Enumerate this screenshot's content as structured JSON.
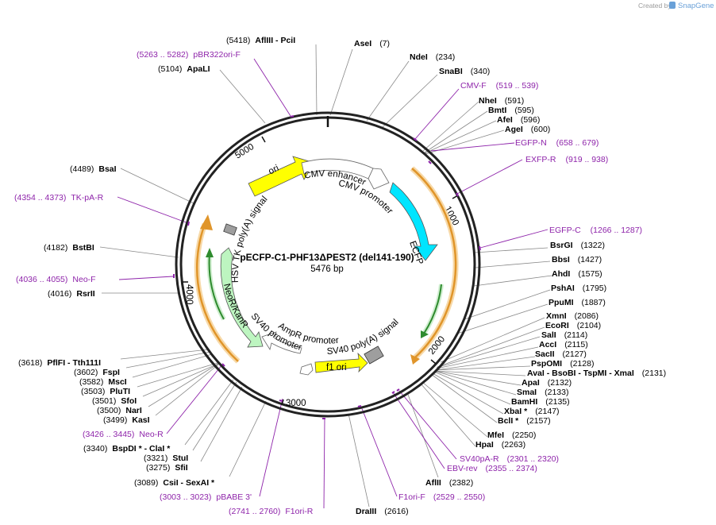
{
  "credit": {
    "prefix": "Created by",
    "brand": "SnapGene"
  },
  "plasmid": {
    "name": "pECFP-C1-PHF13ΔPEST2 (del141-190)",
    "size": "5476 bp"
  },
  "ticks": [
    "1000",
    "2000",
    "3000",
    "4000",
    "5000"
  ],
  "features": {
    "cmv_enhancer": "CMV enhancer",
    "cmv_promoter": "CMV promoter",
    "ecfp": "ECFP",
    "sv40_polya": "SV40 poly(A) signal",
    "f1_ori": "f1 ori",
    "ampr_promoter": "AmpR promoter",
    "sv40_promoter": "SV40 promoter",
    "neor": "NeoR/KanR",
    "hsv_tk": "HSV TK poly(A) signal",
    "ori": "ori"
  },
  "sites": [
    {
      "name": "AflIII  - PciI",
      "pos": "(5418)"
    },
    {
      "name": "AseI",
      "pos": "(7)"
    },
    {
      "name": "NdeI",
      "pos": "(234)"
    },
    {
      "name": "SnaBI",
      "pos": "(340)"
    },
    {
      "name": "NheI",
      "pos": "(591)"
    },
    {
      "name": "BmtI",
      "pos": "(595)"
    },
    {
      "name": "AfeI",
      "pos": "(596)"
    },
    {
      "name": "AgeI",
      "pos": "(600)"
    },
    {
      "name": "BsrGI",
      "pos": "(1322)"
    },
    {
      "name": "BbsI",
      "pos": "(1427)"
    },
    {
      "name": "AhdI",
      "pos": "(1575)"
    },
    {
      "name": "PshAI",
      "pos": "(1795)"
    },
    {
      "name": "PpuMI",
      "pos": "(1887)"
    },
    {
      "name": "XmnI",
      "pos": "(2086)"
    },
    {
      "name": "EcoRI",
      "pos": "(2104)"
    },
    {
      "name": "SalI",
      "pos": "(2114)"
    },
    {
      "name": "AccI",
      "pos": "(2115)"
    },
    {
      "name": "SacII",
      "pos": "(2127)"
    },
    {
      "name": "PspOMI",
      "pos": "(2128)"
    },
    {
      "name": "AvaI  - BsoBI  - TspMI  - XmaI",
      "pos": "(2131)"
    },
    {
      "name": "ApaI",
      "pos": "(2132)"
    },
    {
      "name": "SmaI",
      "pos": "(2133)"
    },
    {
      "name": "BamHI",
      "pos": "(2135)"
    },
    {
      "name": "XbaI *",
      "pos": "(2147)"
    },
    {
      "name": "BclI *",
      "pos": "(2157)"
    },
    {
      "name": "MfeI",
      "pos": "(2250)"
    },
    {
      "name": "HpaI",
      "pos": "(2263)"
    },
    {
      "name": "AflII",
      "pos": "(2382)"
    },
    {
      "name": "DraIII",
      "pos": "(2616)"
    },
    {
      "name": "CsiI  - SexAI *",
      "pos": "(3089)"
    },
    {
      "name": "SfiI",
      "pos": "(3275)"
    },
    {
      "name": "StuI",
      "pos": "(3321)"
    },
    {
      "name": "BspDI *  - ClaI *",
      "pos": "(3340)"
    },
    {
      "name": "KasI",
      "pos": "(3499)"
    },
    {
      "name": "NarI",
      "pos": "(3500)"
    },
    {
      "name": "SfoI",
      "pos": "(3501)"
    },
    {
      "name": "PluTI",
      "pos": "(3503)"
    },
    {
      "name": "MscI",
      "pos": "(3582)"
    },
    {
      "name": "FspI",
      "pos": "(3602)"
    },
    {
      "name": "PflFI  - Tth111I",
      "pos": "(3618)"
    },
    {
      "name": "RsrII",
      "pos": "(4016)"
    },
    {
      "name": "BstBI",
      "pos": "(4182)"
    },
    {
      "name": "BsaI",
      "pos": "(4489)"
    },
    {
      "name": "ApaLI",
      "pos": "(5104)"
    }
  ],
  "primers": [
    {
      "name": "pBR322ori-F",
      "range": "(5263 .. 5282)"
    },
    {
      "name": "CMV-F",
      "range": "(519 .. 539)"
    },
    {
      "name": "EGFP-N",
      "range": "(658 .. 679)"
    },
    {
      "name": "EXFP-R",
      "range": "(919 .. 938)"
    },
    {
      "name": "EGFP-C",
      "range": "(1266 .. 1287)"
    },
    {
      "name": "SV40pA-R",
      "range": "(2301 .. 2320)"
    },
    {
      "name": "EBV-rev",
      "range": "(2355 .. 2374)"
    },
    {
      "name": "F1ori-F",
      "range": "(2529 .. 2550)"
    },
    {
      "name": "F1ori-R",
      "range": "(2741 .. 2760)"
    },
    {
      "name": "pBABE 3'",
      "range": "(3003 .. 3023)"
    },
    {
      "name": "Neo-R",
      "range": "(3426 .. 3445)"
    },
    {
      "name": "Neo-F",
      "range": "(4036 .. 4055)"
    },
    {
      "name": "TK-pA-R",
      "range": "(4354 .. 4373)"
    }
  ],
  "colors": {
    "ring": "#222222",
    "enzyme_line": "#888888",
    "primer": "#8e24aa",
    "orf": "#f0a030",
    "ecfp": "#00e5ff",
    "ori": "#ffff00",
    "promoter": "#ffffff",
    "neor": "#bdf5c0",
    "polya": "#9e9e9e",
    "orf_inner": "#4caf50"
  }
}
